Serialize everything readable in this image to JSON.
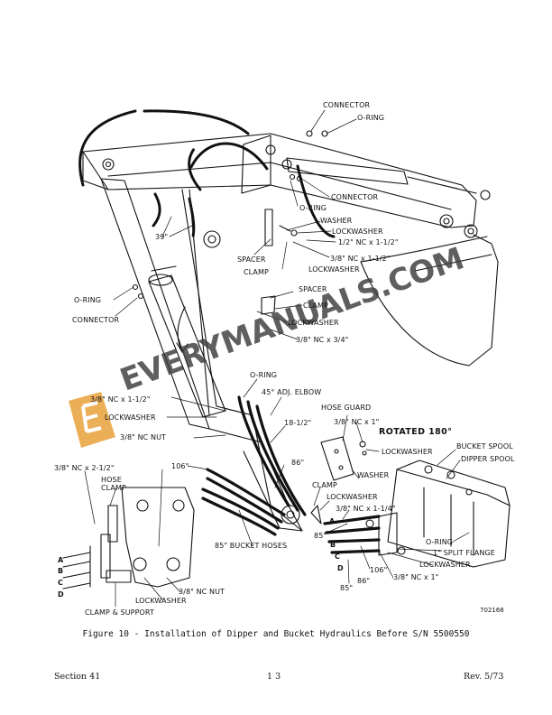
{
  "colors": {
    "ink": "#111111",
    "logo_orange": "#E8A13A",
    "watermark_gray": "#3c3c3c"
  },
  "labels": {
    "connector_top": "CONNECTOR",
    "oring_top": "O-RING",
    "connector_mid": "CONNECTOR",
    "oring_mid": "O-RING",
    "washer_1": "WASHER",
    "lockwasher_1": "LOCKWASHER",
    "bolt_half": "1/2\" NC x 1-1/2\"",
    "spacer_1": "SPACER",
    "bolt_38_1": "3/8\" NC x 1-1/2\"",
    "clamp_1": "CLAMP",
    "lockwasher_2": "LOCKWASHER",
    "dim_39": "39\"",
    "oring_left": "O-RING",
    "connector_left": "CONNECTOR",
    "spacer_2": "SPACER",
    "clamp_2": "CLAMP",
    "lockwasher_3": "LOCKWASHER",
    "bolt_38_2": "3/8\" NC x 3/4\"",
    "oring_elbow": "O-RING",
    "bolt_38_3": "3/8\" NC x 1-1/2\"",
    "elbow": "45° ADJ. ELBOW",
    "lockwasher_4": "LOCKWASHER",
    "hose_guard": "HOSE GUARD",
    "nut_38_1": "3/8\" NC NUT",
    "dim_18": "18-1/2\"",
    "bolt_38_4": "3/8\" NC x 1\"",
    "rotated": "ROTATED 180°",
    "lockwasher_5": "LOCKWASHER",
    "bucket_spool": "BUCKET SPOOL",
    "dipper_spool": "DIPPER SPOOL",
    "dim_106_1": "106\"",
    "dim_86_1": "86\"",
    "washer_2": "WASHER",
    "bolt_38_5": "3/8\" NC x 2-1/2\"",
    "hose_clamp": "HOSE CLAMP",
    "clamp_3": "CLAMP",
    "lockwasher_6": "LOCKWASHER",
    "bolt_38_6": "3/8\" NC x 1-1/4\"",
    "dim_85_1": "85\"",
    "letter_a_r": "A",
    "letter_b_r": "B",
    "letter_c_r": "C",
    "letter_d_r": "D",
    "oring_bottom": "O-RING",
    "split_flange": "1\" SPLIT FLANGE",
    "lockwasher_7": "LOCKWASHER",
    "bucket_hoses": "85\" BUCKET HOSES",
    "dim_106_2": "106\"",
    "dim_86_2": "86\"",
    "bolt_38_7": "3/8\" NC x 1\"",
    "dim_85_2": "85\"",
    "letter_a_l": "A",
    "letter_b_l": "B",
    "letter_c_l": "C",
    "letter_d_l": "D",
    "nut_38_2": "3/8\" NC NUT",
    "lockwasher_8": "LOCKWASHER",
    "clamp_support": "CLAMP & SUPPORT",
    "figure_number": "702168"
  },
  "watermark": {
    "text": "EVERYMANUALS.COM"
  },
  "caption": "Figure 10 - Installation of Dipper and Bucket Hydraulics Before S/N 5500550",
  "footer": {
    "section": "Section 41",
    "page": "1 3",
    "revision": "Rev. 5/73"
  }
}
